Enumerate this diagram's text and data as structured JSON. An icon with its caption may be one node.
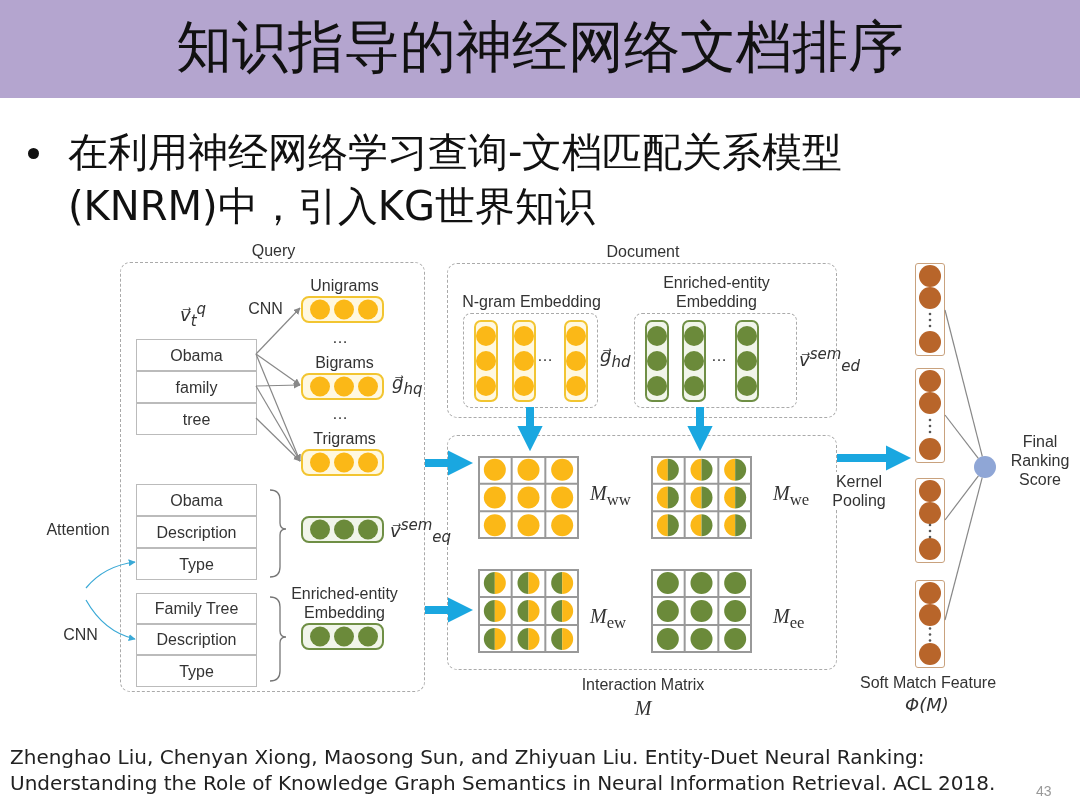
{
  "diagram": {
    "title": "知识指导的神经网络文档排序",
    "caption": "Zhenghao Liu, Chenyan Xiong, Maosong Sun, and Zhiyuan Liu. Entity-Duet Neural Ranking: Understanding the Role of Knowledge Graph Semantics in Neural Information Retrieval. ACL 2018.",
    "nodes": [
      {
        "text": [
          "Query"
        ]
      },
      {
        "text": [
          "Obama"
        ],
        "in": 0
      },
      {
        "text": [
          "family"
        ],
        "in": 0
      },
      {
        "text": [
          "tree"
        ],
        "in": 0
      },
      {
        "text": [
          "Unigrams"
        ],
        "in": 0
      },
      {
        "text": [
          "Bigrams"
        ],
        "in": 0
      },
      {
        "text": [
          "Trigrams"
        ],
        "in": 0
      },
      {
        "text": [
          "Obama"
        ],
        "in": 0
      },
      {
        "text": [
          "Description"
        ],
        "in": 0
      },
      {
        "text": [
          "Type"
        ],
        "in": 0
      },
      {
        "text": [
          "Family Tree"
        ],
        "in": 0
      },
      {
        "text": [
          "Description"
        ],
        "in": 0
      },
      {
        "text": [
          "Type"
        ],
        "in": 0
      },
      {
        "text": [],
        "shape": "box",
        "in": 0
      },
      {
        "text": [
          "Enriched-entity Embedding"
        ],
        "in": 0
      },
      {
        "text": [
          "Document"
        ]
      },
      {
        "text": [
          "N-gram Embedding"
        ],
        "in": 15
      },
      {
        "text": [
          "Enriched-entity Embedding"
        ],
        "in": 15
      },
      {
        "text": [
          "Interaction Matrix",
          "M"
        ]
      },
      {
        "text": [],
        "shape": "box",
        "in": 18,
        "beside": [
          "*M*$_{ww}$"
        ]
      },
      {
        "text": [],
        "shape": "box",
        "in": 18,
        "beside": [
          "*M*$_{we}$"
        ]
      },
      {
        "text": [],
        "shape": "box",
        "in": 18,
        "beside": [
          "*M*$_{ew}$"
        ]
      },
      {
        "text": [],
        "shape": "box",
        "in": 18,
        "beside": [
          "*M*$_{ee}$"
        ]
      },
      {
        "text": [],
        "shape": "bar"
      },
      {
        "text": [],
        "shape": "bar"
      },
      {
        "text": [],
        "shape": "bar"
      },
      {
        "text": [],
        "shape": "bar"
      },
      {
        "text": [],
        "shape": "circle",
        "beside": [
          "Final Ranking Score"
        ]
      }
    ],
    "edges": [
      {
        "from": 1,
        "to": 4,
        "arrow": "to"
      },
      {
        "from": 1,
        "to": 5,
        "arrow": "to"
      },
      {
        "from": 1,
        "to": 6,
        "arrow": "to"
      },
      {
        "from": 2,
        "to": 5,
        "arrow": "to"
      },
      {
        "from": 2,
        "to": 6,
        "arrow": "to"
      },
      {
        "from": 3,
        "to": 6,
        "arrow": "to"
      },
      {
        "from": null,
        "to": 9,
        "arrow": "to",
        "color": "#3aa9d6"
      },
      {
        "from": null,
        "to": 11,
        "arrow": "to",
        "color": "#3aa9d6"
      },
      {
        "from": 0,
        "to": 19,
        "arrow": "to",
        "style": "thick",
        "color": "#1aa7e0"
      },
      {
        "from": 0,
        "to": 21,
        "arrow": "to",
        "style": "thick",
        "color": "#1aa7e0"
      },
      {
        "from": 16,
        "to": 19,
        "arrow": "to",
        "style": "thick",
        "color": "#1aa7e0"
      },
      {
        "from": 17,
        "to": 20,
        "arrow": "to",
        "style": "thick",
        "color": "#1aa7e0"
      },
      {
        "from": 18,
        "to": 24,
        "arrow": "to",
        "style": "thick",
        "color": "#1aa7e0",
        "label": "Kernel Pooling"
      },
      {
        "from": 23,
        "to": 27,
        "arrow": "none"
      },
      {
        "from": 24,
        "to": 27,
        "arrow": "none"
      },
      {
        "from": 25,
        "to": 27,
        "arrow": "none"
      },
      {
        "from": 26,
        "to": 27,
        "arrow": "none"
      }
    ],
    "labels": [
      "在利用神经网络学习查询-文档匹配关系模型(KNRM)中，引入KG世界知识",
      "v⃗$_{t}$$^{q}$",
      "CNN",
      "…",
      "g⃗$_{h}$$_{q}$",
      "…",
      "Attention",
      "v⃗$^{sem}$$_{eq}$",
      "CNN",
      "…",
      "g⃗$_{hd}$",
      "…",
      "v⃗$^{sem}$$_{ed}$",
      "Soft Match Feature",
      "Φ(*M*)",
      "43"
    ]
  }
}
